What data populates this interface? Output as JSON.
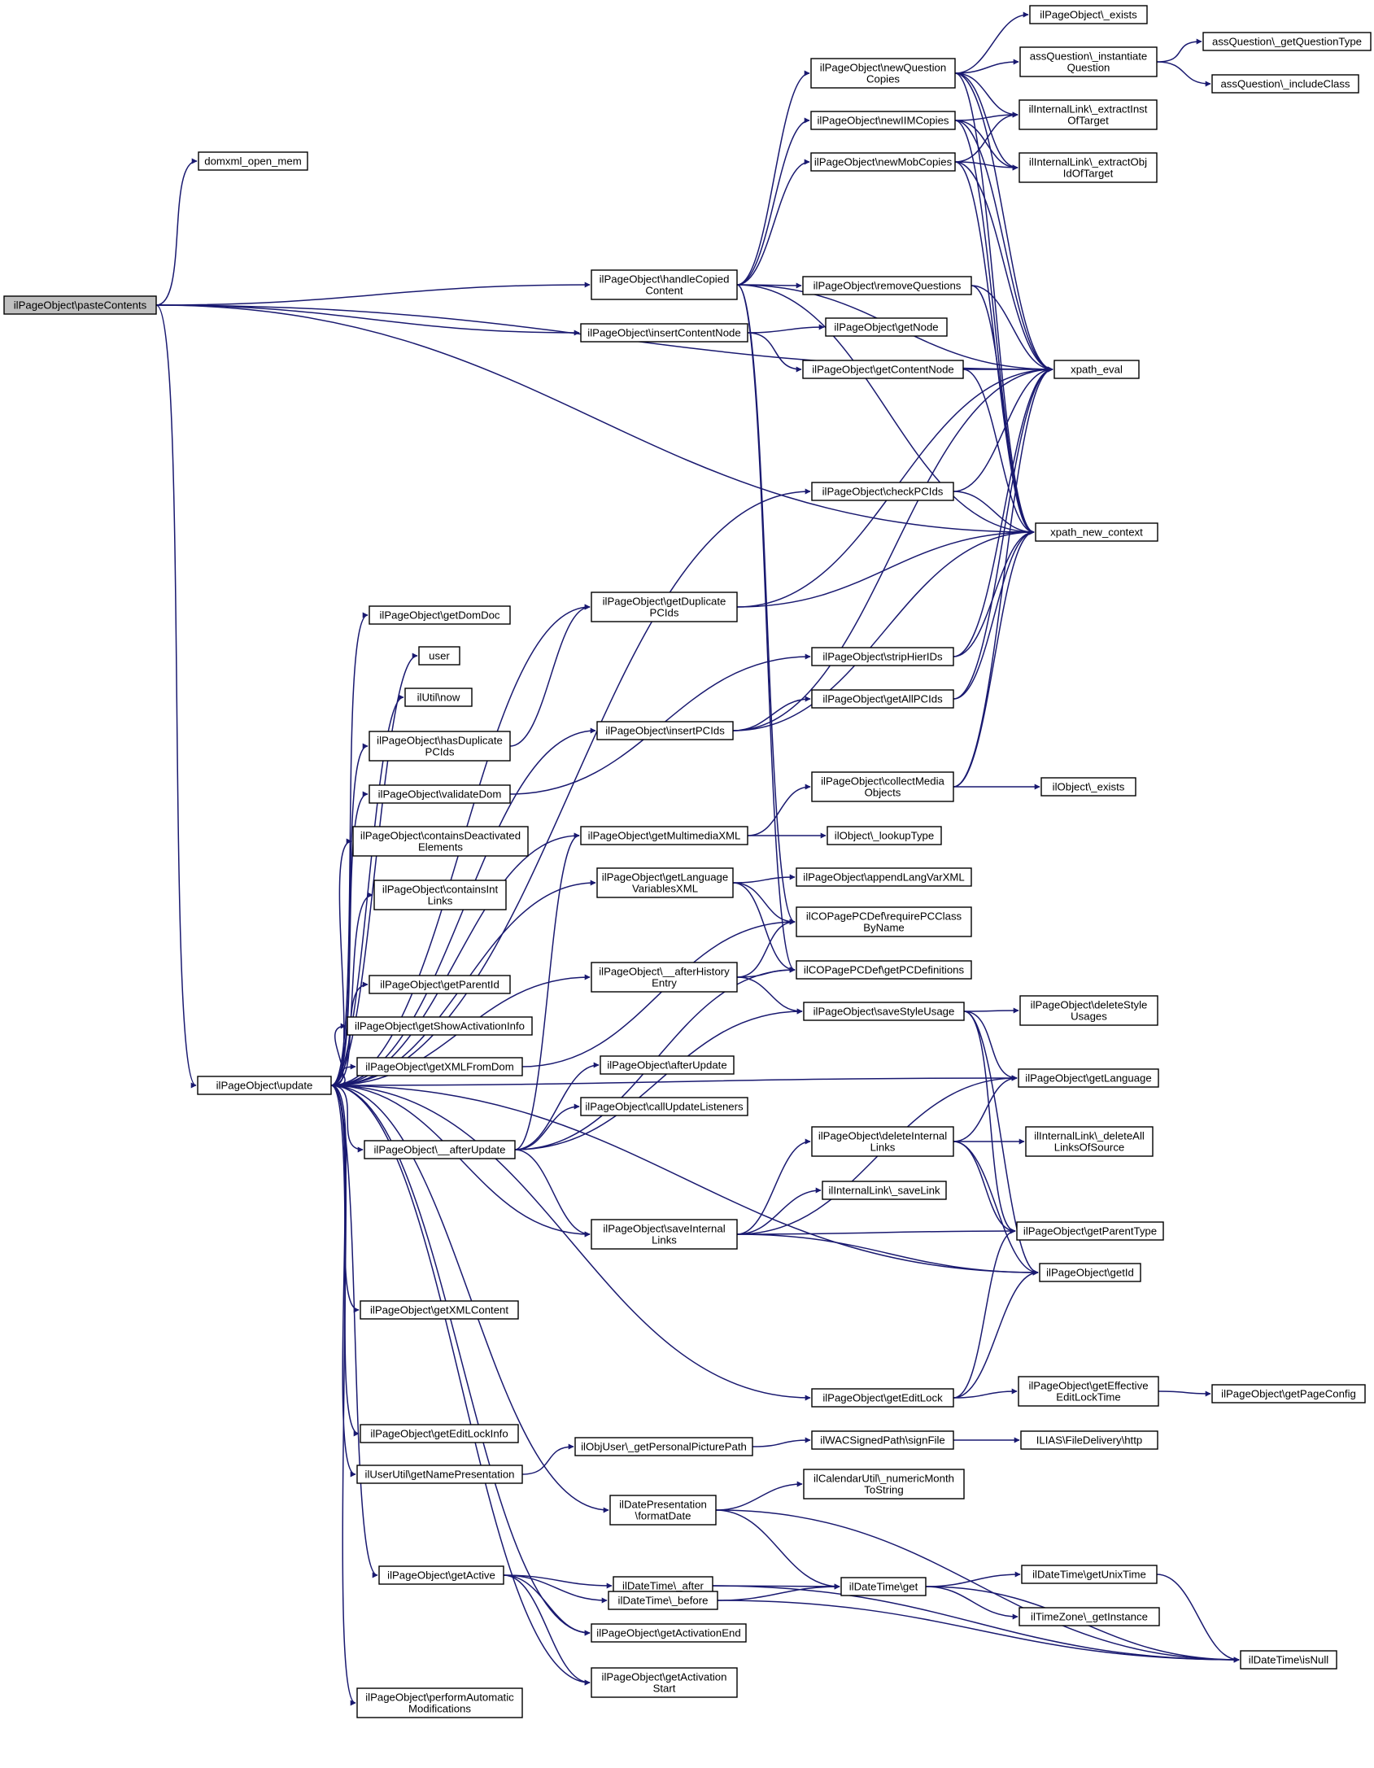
{
  "colors": {
    "edge": "#191970",
    "root_fill": "#bfbfbf",
    "node_fill": "#ffffff",
    "node_border": "#000000"
  },
  "nodes": [
    {
      "id": "pasteContents",
      "lines": [
        "ilPageObject\\pasteContents"
      ],
      "root": true
    },
    {
      "id": "domxml",
      "lines": [
        "domxml_open_mem"
      ]
    },
    {
      "id": "handleCopied",
      "lines": [
        "ilPageObject\\handleCopied",
        "Content"
      ]
    },
    {
      "id": "insertContentNode",
      "lines": [
        "ilPageObject\\insertContentNode"
      ]
    },
    {
      "id": "update",
      "lines": [
        "ilPageObject\\update"
      ]
    },
    {
      "id": "newQuestionCopies",
      "lines": [
        "ilPageObject\\newQuestion",
        "Copies"
      ]
    },
    {
      "id": "newIIMCopies",
      "lines": [
        "ilPageObject\\newIIMCopies"
      ]
    },
    {
      "id": "newMobCopies",
      "lines": [
        "ilPageObject\\newMobCopies"
      ]
    },
    {
      "id": "removeQuestions",
      "lines": [
        "ilPageObject\\removeQuestions"
      ]
    },
    {
      "id": "getNode",
      "lines": [
        "ilPageObject\\getNode"
      ]
    },
    {
      "id": "getContentNode",
      "lines": [
        "ilPageObject\\getContentNode"
      ]
    },
    {
      "id": "poExists",
      "lines": [
        "ilPageObject\\_exists"
      ]
    },
    {
      "id": "assInstantiate",
      "lines": [
        "assQuestion\\_instantiate",
        "Question"
      ]
    },
    {
      "id": "assGetQType",
      "lines": [
        "assQuestion\\_getQuestionType"
      ]
    },
    {
      "id": "assInclude",
      "lines": [
        "assQuestion\\_includeClass"
      ]
    },
    {
      "id": "extractInst",
      "lines": [
        "ilInternalLink\\_extractInst",
        "OfTarget"
      ]
    },
    {
      "id": "extractObj",
      "lines": [
        "ilInternalLink\\_extractObj",
        "IdOfTarget"
      ]
    },
    {
      "id": "xpathEval",
      "lines": [
        "xpath_eval"
      ]
    },
    {
      "id": "xpathNew",
      "lines": [
        "xpath_new_context"
      ]
    },
    {
      "id": "checkPCIds",
      "lines": [
        "ilPageObject\\checkPCIds"
      ]
    },
    {
      "id": "getDupPCIds",
      "lines": [
        "ilPageObject\\getDuplicate",
        "PCIds"
      ]
    },
    {
      "id": "getDomDoc",
      "lines": [
        "ilPageObject\\getDomDoc"
      ]
    },
    {
      "id": "user",
      "lines": [
        "user"
      ]
    },
    {
      "id": "utilNow",
      "lines": [
        "ilUtil\\now"
      ]
    },
    {
      "id": "hasDupPCIds",
      "lines": [
        "ilPageObject\\hasDuplicate",
        "PCIds"
      ]
    },
    {
      "id": "validateDom",
      "lines": [
        "ilPageObject\\validateDom"
      ]
    },
    {
      "id": "containsDeact",
      "lines": [
        "ilPageObject\\containsDeactivated",
        "Elements"
      ]
    },
    {
      "id": "containsInt",
      "lines": [
        "ilPageObject\\containsInt",
        "Links"
      ]
    },
    {
      "id": "getParentId",
      "lines": [
        "ilPageObject\\getParentId"
      ]
    },
    {
      "id": "getShowAct",
      "lines": [
        "ilPageObject\\getShowActivationInfo"
      ]
    },
    {
      "id": "getXMLFromDom",
      "lines": [
        "ilPageObject\\getXMLFromDom"
      ]
    },
    {
      "id": "afterUpdatePriv",
      "lines": [
        "ilPageObject\\__afterUpdate"
      ]
    },
    {
      "id": "stripHierIDs",
      "lines": [
        "ilPageObject\\stripHierIDs"
      ]
    },
    {
      "id": "insertPCIds",
      "lines": [
        "ilPageObject\\insertPCIds"
      ]
    },
    {
      "id": "getAllPCIds",
      "lines": [
        "ilPageObject\\getAllPCIds"
      ]
    },
    {
      "id": "collectMedia",
      "lines": [
        "ilPageObject\\collectMedia",
        "Objects"
      ]
    },
    {
      "id": "objExists",
      "lines": [
        "ilObject\\_exists"
      ]
    },
    {
      "id": "getMultimediaXML",
      "lines": [
        "ilPageObject\\getMultimediaXML"
      ]
    },
    {
      "id": "lookupType",
      "lines": [
        "ilObject\\_lookupType"
      ]
    },
    {
      "id": "getLangVars",
      "lines": [
        "ilPageObject\\getLanguage",
        "VariablesXML"
      ]
    },
    {
      "id": "appendLangVar",
      "lines": [
        "ilPageObject\\appendLangVarXML"
      ]
    },
    {
      "id": "requirePCClass",
      "lines": [
        "ilCOPagePCDef\\requirePCClass",
        "ByName"
      ]
    },
    {
      "id": "getPCDefs",
      "lines": [
        "ilCOPagePCDef\\getPCDefinitions"
      ]
    },
    {
      "id": "afterHistory",
      "lines": [
        "ilPageObject\\__afterHistory",
        "Entry"
      ]
    },
    {
      "id": "saveStyleUsage",
      "lines": [
        "ilPageObject\\saveStyleUsage"
      ]
    },
    {
      "id": "deleteStyleUsages",
      "lines": [
        "ilPageObject\\deleteStyle",
        "Usages"
      ]
    },
    {
      "id": "afterUpdate",
      "lines": [
        "ilPageObject\\afterUpdate"
      ]
    },
    {
      "id": "callUpdateListeners",
      "lines": [
        "ilPageObject\\callUpdateListeners"
      ]
    },
    {
      "id": "getLanguage",
      "lines": [
        "ilPageObject\\getLanguage"
      ]
    },
    {
      "id": "deleteInternalLinks",
      "lines": [
        "ilPageObject\\deleteInternal",
        "Links"
      ]
    },
    {
      "id": "deleteAllLinks",
      "lines": [
        "ilInternalLink\\_deleteAll",
        "LinksOfSource"
      ]
    },
    {
      "id": "saveLink",
      "lines": [
        "ilInternalLink\\_saveLink"
      ]
    },
    {
      "id": "saveInternalLinks",
      "lines": [
        "ilPageObject\\saveInternal",
        "Links"
      ]
    },
    {
      "id": "getParentType",
      "lines": [
        "ilPageObject\\getParentType"
      ]
    },
    {
      "id": "getId",
      "lines": [
        "ilPageObject\\getId"
      ]
    },
    {
      "id": "getXMLContent",
      "lines": [
        "ilPageObject\\getXMLContent"
      ]
    },
    {
      "id": "getEditLock",
      "lines": [
        "ilPageObject\\getEditLock"
      ]
    },
    {
      "id": "getEffLock",
      "lines": [
        "ilPageObject\\getEffective",
        "EditLockTime"
      ]
    },
    {
      "id": "getPageConfig",
      "lines": [
        "ilPageObject\\getPageConfig"
      ]
    },
    {
      "id": "getEditLockInfo",
      "lines": [
        "ilPageObject\\getEditLockInfo"
      ]
    },
    {
      "id": "getNamePres",
      "lines": [
        "ilUserUtil\\getNamePresentation"
      ]
    },
    {
      "id": "getPersonalPic",
      "lines": [
        "ilObjUser\\_getPersonalPicturePath"
      ]
    },
    {
      "id": "signFile",
      "lines": [
        "ilWACSignedPath\\signFile"
      ]
    },
    {
      "id": "fileDelivery",
      "lines": [
        "ILIAS\\FileDelivery\\http"
      ]
    },
    {
      "id": "numericMonth",
      "lines": [
        "ilCalendarUtil\\_numericMonth",
        "ToString"
      ]
    },
    {
      "id": "formatDate",
      "lines": [
        "ilDatePresentation",
        "\\formatDate"
      ]
    },
    {
      "id": "dtAfter",
      "lines": [
        "ilDateTime\\_after"
      ]
    },
    {
      "id": "dtGet",
      "lines": [
        "ilDateTime\\get"
      ]
    },
    {
      "id": "dtUnix",
      "lines": [
        "ilDateTime\\getUnixTime"
      ]
    },
    {
      "id": "getActive",
      "lines": [
        "ilPageObject\\getActive"
      ]
    },
    {
      "id": "dtBefore",
      "lines": [
        "ilDateTime\\_before"
      ]
    },
    {
      "id": "tzInstance",
      "lines": [
        "ilTimeZone\\_getInstance"
      ]
    },
    {
      "id": "getActEnd",
      "lines": [
        "ilPageObject\\getActivationEnd"
      ]
    },
    {
      "id": "dtIsNull",
      "lines": [
        "ilDateTime\\isNull"
      ]
    },
    {
      "id": "getActStart",
      "lines": [
        "ilPageObject\\getActivation",
        "Start"
      ]
    },
    {
      "id": "performAuto",
      "lines": [
        "ilPageObject\\performAutomatic",
        "Modifications"
      ]
    }
  ],
  "edges": [
    [
      "pasteContents",
      "domxml"
    ],
    [
      "pasteContents",
      "handleCopied"
    ],
    [
      "pasteContents",
      "insertContentNode"
    ],
    [
      "pasteContents",
      "update"
    ],
    [
      "pasteContents",
      "xpathEval"
    ],
    [
      "pasteContents",
      "xpathNew"
    ],
    [
      "handleCopied",
      "newQuestionCopies"
    ],
    [
      "handleCopied",
      "newIIMCopies"
    ],
    [
      "handleCopied",
      "newMobCopies"
    ],
    [
      "handleCopied",
      "removeQuestions"
    ],
    [
      "handleCopied",
      "xpathEval"
    ],
    [
      "handleCopied",
      "xpathNew"
    ],
    [
      "handleCopied",
      "requirePCClass"
    ],
    [
      "handleCopied",
      "getPCDefs"
    ],
    [
      "newQuestionCopies",
      "poExists"
    ],
    [
      "newQuestionCopies",
      "assInstantiate"
    ],
    [
      "newQuestionCopies",
      "extractInst"
    ],
    [
      "newQuestionCopies",
      "extractObj"
    ],
    [
      "newQuestionCopies",
      "xpathEval"
    ],
    [
      "newQuestionCopies",
      "xpathNew"
    ],
    [
      "assInstantiate",
      "assGetQType"
    ],
    [
      "assInstantiate",
      "assInclude"
    ],
    [
      "newIIMCopies",
      "extractInst"
    ],
    [
      "newIIMCopies",
      "extractObj"
    ],
    [
      "newIIMCopies",
      "xpathEval"
    ],
    [
      "newIIMCopies",
      "xpathNew"
    ],
    [
      "newMobCopies",
      "extractInst"
    ],
    [
      "newMobCopies",
      "extractObj"
    ],
    [
      "newMobCopies",
      "xpathEval"
    ],
    [
      "newMobCopies",
      "xpathNew"
    ],
    [
      "removeQuestions",
      "xpathEval"
    ],
    [
      "removeQuestions",
      "xpathNew"
    ],
    [
      "insertContentNode",
      "getNode"
    ],
    [
      "insertContentNode",
      "getContentNode"
    ],
    [
      "getContentNode",
      "xpathEval"
    ],
    [
      "getContentNode",
      "xpathNew"
    ],
    [
      "checkPCIds",
      "xpathEval"
    ],
    [
      "checkPCIds",
      "xpathNew"
    ],
    [
      "getDupPCIds",
      "xpathEval"
    ],
    [
      "getDupPCIds",
      "xpathNew"
    ],
    [
      "update",
      "getDomDoc"
    ],
    [
      "update",
      "user"
    ],
    [
      "update",
      "utilNow"
    ],
    [
      "update",
      "hasDupPCIds"
    ],
    [
      "update",
      "validateDom"
    ],
    [
      "update",
      "containsDeact"
    ],
    [
      "update",
      "containsInt"
    ],
    [
      "update",
      "getParentId"
    ],
    [
      "update",
      "getShowAct"
    ],
    [
      "update",
      "getXMLFromDom"
    ],
    [
      "update",
      "afterUpdatePriv"
    ],
    [
      "update",
      "getXMLContent"
    ],
    [
      "update",
      "getEditLockInfo"
    ],
    [
      "update",
      "getNamePres"
    ],
    [
      "update",
      "getActive"
    ],
    [
      "update",
      "getActEnd"
    ],
    [
      "update",
      "getActStart"
    ],
    [
      "update",
      "performAuto"
    ],
    [
      "update",
      "checkPCIds"
    ],
    [
      "update",
      "getDupPCIds"
    ],
    [
      "update",
      "insertPCIds"
    ],
    [
      "update",
      "getMultimediaXML"
    ],
    [
      "update",
      "getLangVars"
    ],
    [
      "update",
      "afterHistory"
    ],
    [
      "update",
      "saveInternalLinks"
    ],
    [
      "update",
      "getLanguage"
    ],
    [
      "update",
      "getId"
    ],
    [
      "update",
      "getEditLock"
    ],
    [
      "update",
      "formatDate"
    ],
    [
      "hasDupPCIds",
      "getDupPCIds"
    ],
    [
      "validateDom",
      "stripHierIDs"
    ],
    [
      "stripHierIDs",
      "xpathEval"
    ],
    [
      "stripHierIDs",
      "xpathNew"
    ],
    [
      "getAllPCIds",
      "xpathEval"
    ],
    [
      "getAllPCIds",
      "xpathNew"
    ],
    [
      "insertPCIds",
      "getAllPCIds"
    ],
    [
      "insertPCIds",
      "xpathEval"
    ],
    [
      "insertPCIds",
      "xpathNew"
    ],
    [
      "collectMedia",
      "objExists"
    ],
    [
      "collectMedia",
      "xpathEval"
    ],
    [
      "collectMedia",
      "xpathNew"
    ],
    [
      "getMultimediaXML",
      "collectMedia"
    ],
    [
      "getMultimediaXML",
      "lookupType"
    ],
    [
      "getLangVars",
      "appendLangVar"
    ],
    [
      "getLangVars",
      "requirePCClass"
    ],
    [
      "getLangVars",
      "getPCDefs"
    ],
    [
      "getXMLFromDom",
      "requirePCClass"
    ],
    [
      "afterHistory",
      "requirePCClass"
    ],
    [
      "afterHistory",
      "getPCDefs"
    ],
    [
      "afterHistory",
      "saveStyleUsage"
    ],
    [
      "afterUpdatePriv",
      "getPCDefs"
    ],
    [
      "afterUpdatePriv",
      "afterUpdate"
    ],
    [
      "afterUpdatePriv",
      "callUpdateListeners"
    ],
    [
      "afterUpdatePriv",
      "saveStyleUsage"
    ],
    [
      "afterUpdatePriv",
      "saveInternalLinks"
    ],
    [
      "afterUpdatePriv",
      "getMultimediaXML"
    ],
    [
      "saveStyleUsage",
      "deleteStyleUsages"
    ],
    [
      "saveStyleUsage",
      "getLanguage"
    ],
    [
      "saveStyleUsage",
      "getParentType"
    ],
    [
      "saveStyleUsage",
      "getId"
    ],
    [
      "deleteInternalLinks",
      "deleteAllLinks"
    ],
    [
      "deleteInternalLinks",
      "getLanguage"
    ],
    [
      "deleteInternalLinks",
      "getParentType"
    ],
    [
      "deleteInternalLinks",
      "getId"
    ],
    [
      "saveInternalLinks",
      "deleteInternalLinks"
    ],
    [
      "saveInternalLinks",
      "saveLink"
    ],
    [
      "saveInternalLinks",
      "getParentType"
    ],
    [
      "saveInternalLinks",
      "getId"
    ],
    [
      "saveInternalLinks",
      "getLanguage"
    ],
    [
      "getEditLock",
      "getEffLock"
    ],
    [
      "getEditLock",
      "getParentType"
    ],
    [
      "getEditLock",
      "getId"
    ],
    [
      "getEffLock",
      "getPageConfig"
    ],
    [
      "getNamePres",
      "getPersonalPic"
    ],
    [
      "getPersonalPic",
      "signFile"
    ],
    [
      "signFile",
      "fileDelivery"
    ],
    [
      "formatDate",
      "numericMonth"
    ],
    [
      "formatDate",
      "dtGet"
    ],
    [
      "formatDate",
      "dtIsNull"
    ],
    [
      "getActive",
      "dtAfter"
    ],
    [
      "getActive",
      "dtBefore"
    ],
    [
      "getActive",
      "getActEnd"
    ],
    [
      "getActive",
      "getActStart"
    ],
    [
      "dtAfter",
      "dtGet"
    ],
    [
      "dtAfter",
      "dtIsNull"
    ],
    [
      "dtBefore",
      "dtGet"
    ],
    [
      "dtBefore",
      "dtIsNull"
    ],
    [
      "dtGet",
      "dtUnix"
    ],
    [
      "dtGet",
      "tzInstance"
    ],
    [
      "dtGet",
      "dtIsNull"
    ],
    [
      "dtUnix",
      "dtIsNull"
    ]
  ]
}
